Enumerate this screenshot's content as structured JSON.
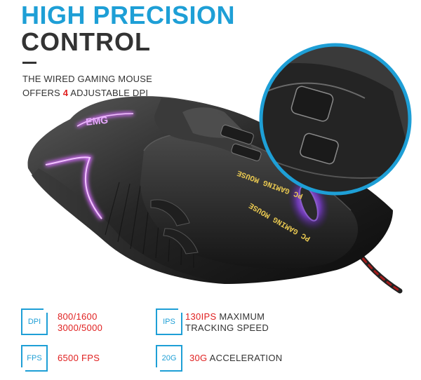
{
  "headline": {
    "line1": "HIGH PRECISION",
    "line2": "CONTROL"
  },
  "subtext": {
    "line1": "THE WIRED GAMING MOUSE",
    "line2_before": "OFFERS ",
    "line2_highlight": "4",
    "line2_after": " ADJUSTABLE DPI"
  },
  "product": {
    "side_print": "PC GAMING MOUSE",
    "top_print": "EMG"
  },
  "specs": {
    "dpi": {
      "label": "DPI",
      "line1": "800/1600",
      "line2": "3000/5000"
    },
    "ips": {
      "label": "IPS",
      "value": "130IPS",
      "desc1": " MAXIMUM",
      "desc2": "TRACKING SPEED"
    },
    "fps": {
      "label": "FPS",
      "value": "6500 FPS"
    },
    "accel": {
      "label": "20G",
      "value": "30G",
      "desc": " ACCELERATION"
    }
  },
  "colors": {
    "accent": "#1e9fd6",
    "highlight": "#e02020",
    "text": "#333333"
  }
}
